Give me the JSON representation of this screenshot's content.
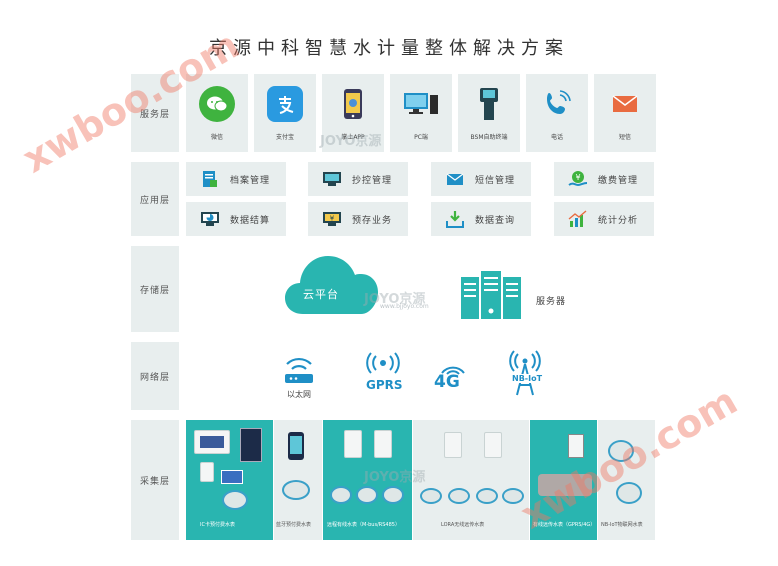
{
  "title": "京源中科智慧水计量整体解决方案",
  "layers": {
    "service": "服务层",
    "application": "应用层",
    "storage": "存储层",
    "network": "网络层",
    "acquisition": "采集层"
  },
  "service_items": [
    {
      "label": "微信",
      "icon": "wechat-icon",
      "color": "#3fb33f"
    },
    {
      "label": "支付宝",
      "icon": "alipay-icon",
      "color": "#2a9ae0"
    },
    {
      "label": "掌上APP",
      "icon": "mobile-app-icon",
      "color": "#3a3a5a"
    },
    {
      "label": "PC端",
      "icon": "pc-icon",
      "color": "#1f8fc6"
    },
    {
      "label": "BSM自助终端",
      "icon": "kiosk-icon",
      "color": "#23454f"
    },
    {
      "label": "电话",
      "icon": "phone-icon",
      "color": "#1f8fc6"
    },
    {
      "label": "短信",
      "icon": "sms-icon",
      "color": "#e96b40"
    }
  ],
  "app_items": [
    {
      "label": "档案管理",
      "icon": "archive-icon"
    },
    {
      "label": "抄控管理",
      "icon": "meter-control-icon"
    },
    {
      "label": "短信管理",
      "icon": "sms-manage-icon"
    },
    {
      "label": "缴费管理",
      "icon": "payment-icon"
    },
    {
      "label": "数据结算",
      "icon": "settlement-icon"
    },
    {
      "label": "预存业务",
      "icon": "prepay-icon"
    },
    {
      "label": "数据查询",
      "icon": "query-icon"
    },
    {
      "label": "统计分析",
      "icon": "statistics-icon"
    }
  ],
  "storage": {
    "cloud": "云平台",
    "server": "服务器"
  },
  "network": {
    "ethernet": "以太网",
    "gprs": "GPRS",
    "g4": "4G",
    "nbiot": "NB-IoT"
  },
  "acquisition": [
    "IC卡预付费水表",
    "蓝牙预付费水表",
    "远程有线水表（M-bus/RS485）",
    "LORA无线远传水表",
    "有线远传水表（GPRS/4G）",
    "NB-IoT物联网水表"
  ],
  "watermark": {
    "site": "xwboo.com",
    "brand": "JOYO京源",
    "brand_url": "www.bjjoyo.com"
  },
  "colors": {
    "teal": "#29b5b0",
    "panel": "#e8eeee",
    "green": "#3fb33f"
  }
}
